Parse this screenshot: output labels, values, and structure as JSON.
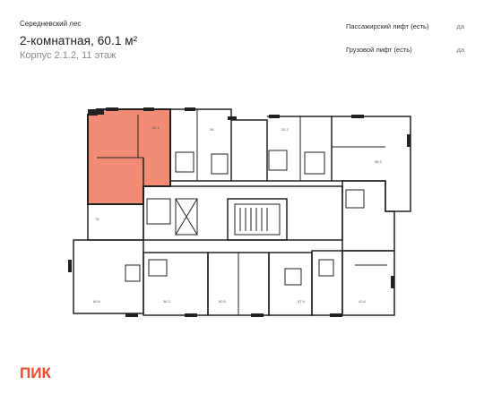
{
  "header": {
    "complex_name": "Середневский лес",
    "apartment_title": "2-комнатная, 60.1 м²",
    "location": "Корпус 2.1.2, 11 этаж"
  },
  "specs": [
    {
      "label": "Пассажирский лифт (есть)",
      "value": "да"
    },
    {
      "label": "Грузовой лифт (есть)",
      "value": "да"
    }
  ],
  "plan": {
    "highlight_color": "#f28b73",
    "accent_color": "#ee4c2f",
    "room_labels": [
      "60.1",
      "38",
      "32.2",
      "56.3",
      "78",
      "80.6",
      "36.3",
      "50.5",
      "37.9",
      "42.6"
    ]
  },
  "brand": {
    "logo_text": "ПИК",
    "logo_color": "#ee4c2f"
  }
}
